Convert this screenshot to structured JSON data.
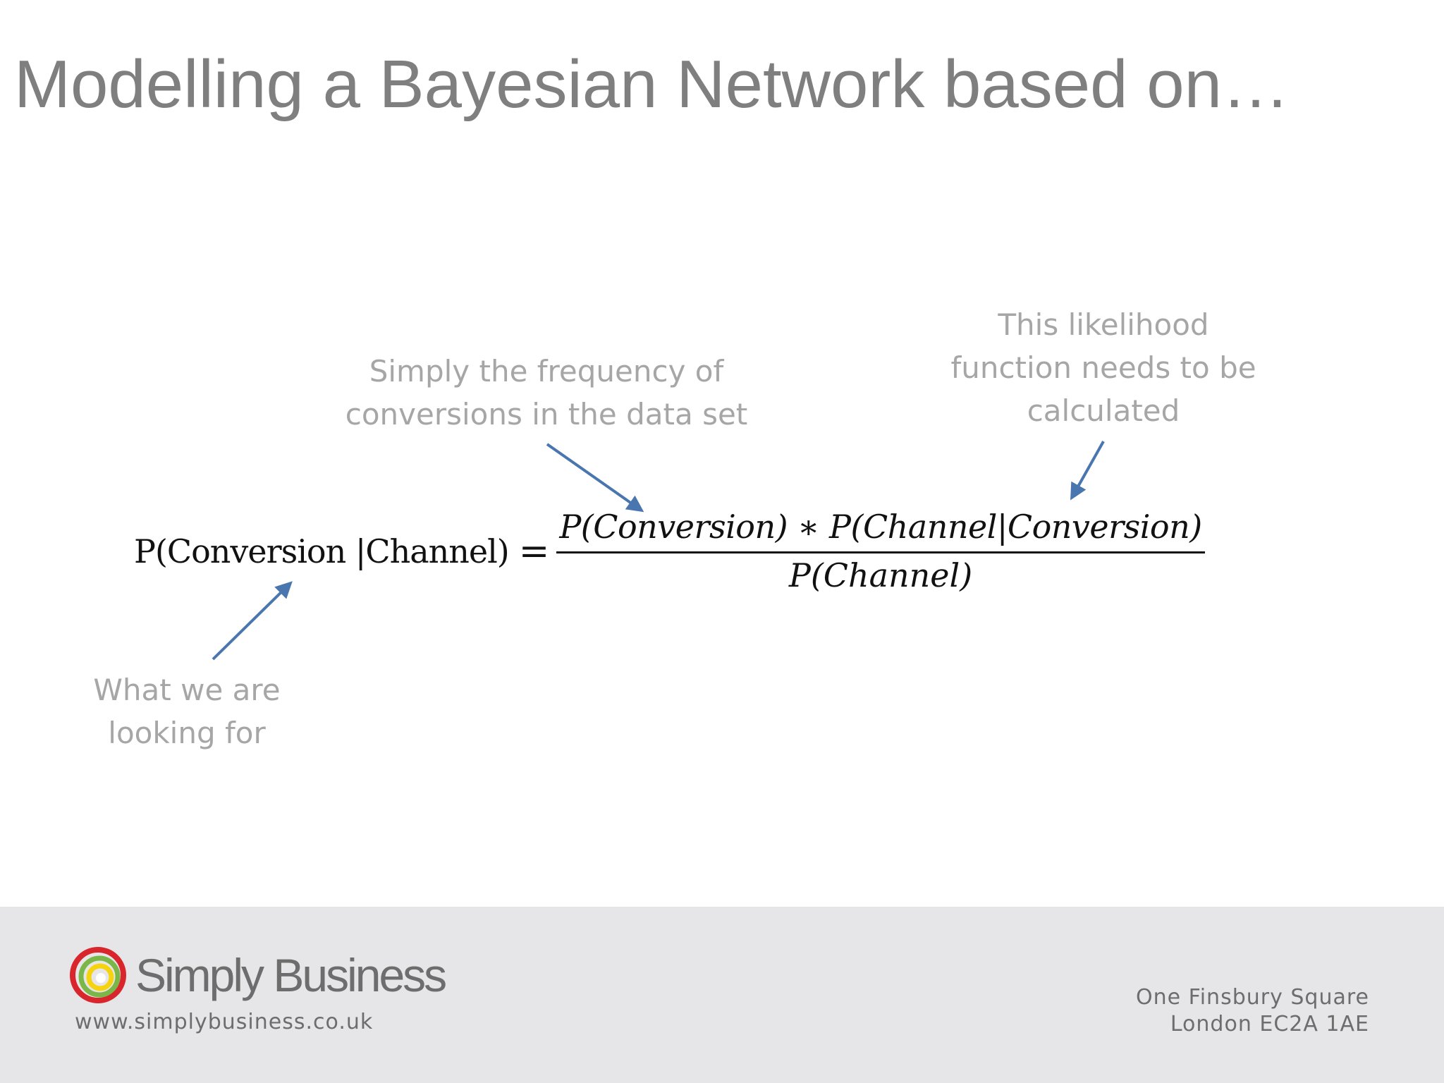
{
  "slide": {
    "title": "Modelling a Bayesian Network based on…"
  },
  "annotations": {
    "frequency": [
      "Simply the frequency of",
      "conversions in the data set"
    ],
    "likelihood": [
      "This likelihood",
      "function needs to be",
      "calculated"
    ],
    "looking_for": [
      "What we are",
      "looking for"
    ]
  },
  "formula": {
    "lhs": "P(Conversion |Channel)",
    "equals": "=",
    "numerator": "P(Conversion) ∗ P(Channel|Conversion)",
    "denominator": "P(Channel)"
  },
  "colors": {
    "title": "#7f7f7f",
    "annotation": "#a6a6a6",
    "arrow": "#4a76b0",
    "footer_background": "#e6e6e8",
    "footer_text": "#6d6d6d"
  },
  "footer": {
    "logo_icon": "simply-business-swirl-icon",
    "brand": "Simply Business",
    "website": "www.simplybusiness.co.uk",
    "address_line1": "One Finsbury Square",
    "address_line2": "London EC2A 1AE"
  }
}
